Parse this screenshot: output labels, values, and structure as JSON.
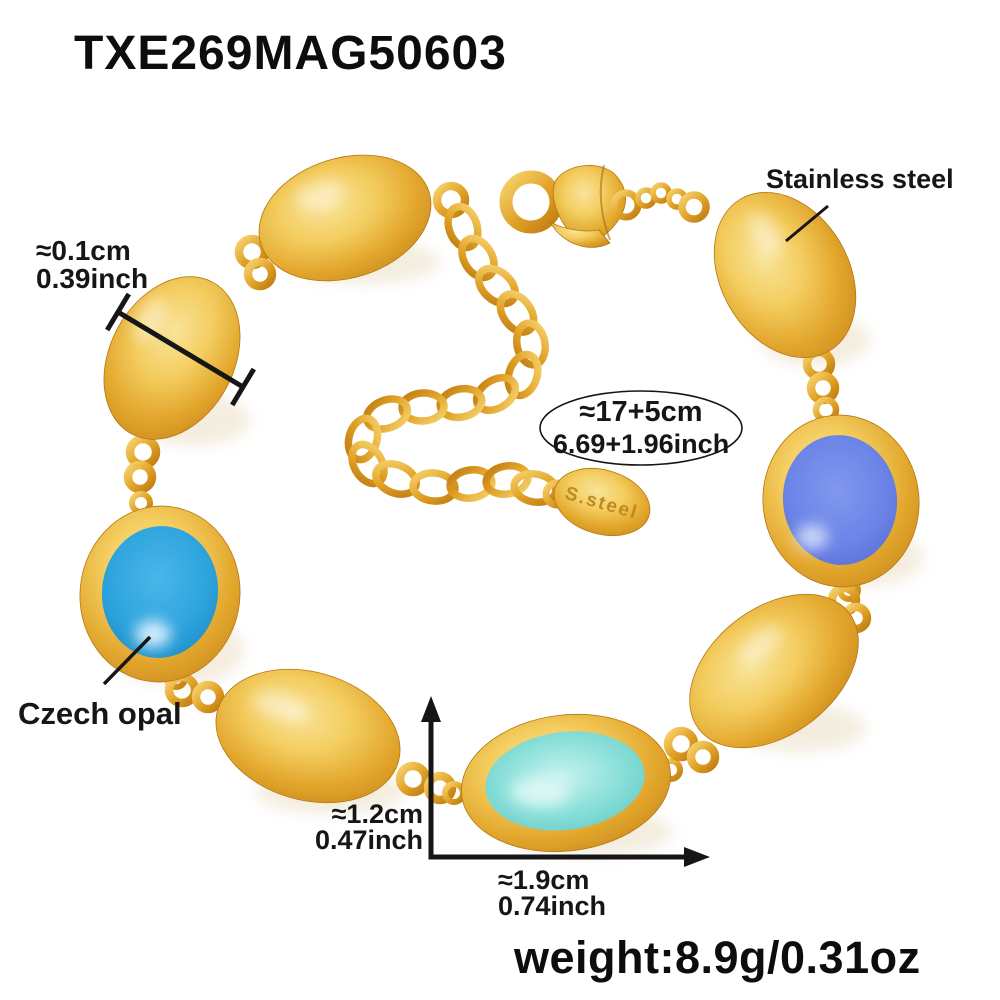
{
  "product": {
    "sku": "TXE269MAG50603",
    "weight": "weight:8.9g/0.31oz"
  },
  "labels": {
    "material": "Stainless steel",
    "stone": "Czech opal",
    "tag": "S.steel"
  },
  "dimensions": {
    "bead": {
      "cm": "≈0.1cm",
      "inch": "0.39inch"
    },
    "length": {
      "cm": "≈17+5cm",
      "inch": "6.69+1.96inch"
    },
    "stone_height": {
      "cm": "≈1.2cm",
      "inch": "0.47inch"
    },
    "stone_width": {
      "cm": "≈1.9cm",
      "inch": "0.74inch"
    }
  },
  "colors": {
    "gold_highlight": "#f9e49a",
    "gold": "#e2a62c",
    "gold_deep": "#c6851b",
    "czech_opal_blue": "#2ea4de",
    "opal_violet": "#6b84e7",
    "opal_aqua": "#8ce0da",
    "annotation": "#161616",
    "background": "#ffffff"
  }
}
